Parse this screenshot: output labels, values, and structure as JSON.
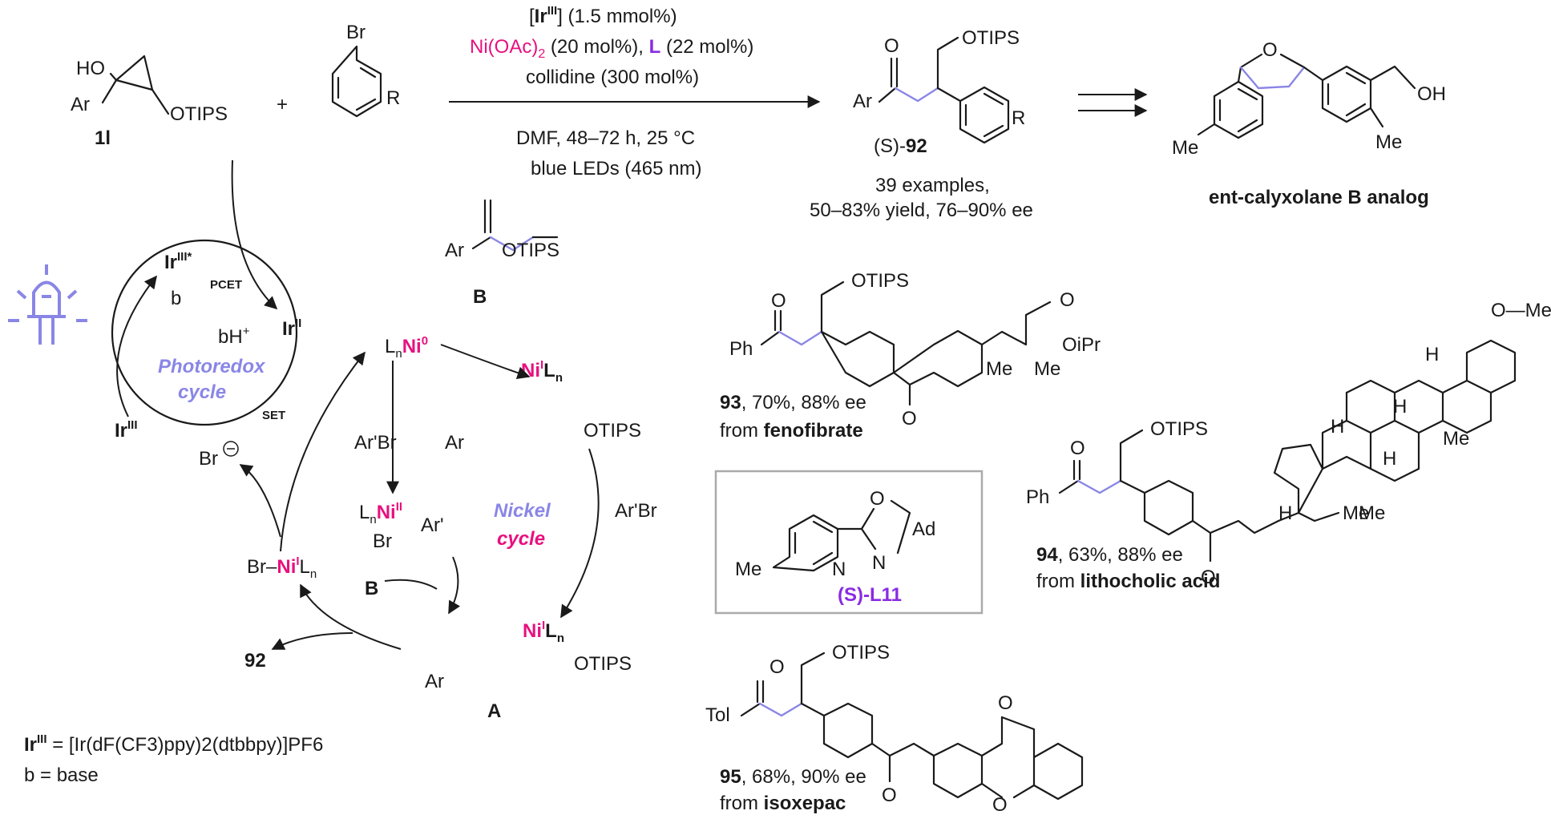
{
  "conditions": {
    "catalyst_ir": "Ir",
    "catalyst_ir_sup": "III",
    "catalyst_ir_amount": "(1.5 mmol%)",
    "nickel": "Ni(OAc)",
    "nickel_sub": "2",
    "nickel_amount": "(20 mol%),",
    "ligand": "L",
    "ligand_amount": "(22 mol%)",
    "base": "collidine (300 mol%)",
    "solvent": "DMF, 48–72 h, 25 °C",
    "light": "blue LEDs (465 nm)"
  },
  "reactants": {
    "substrate_label": "1l",
    "ho": "HO",
    "ar": "Ar",
    "otips": "OTIPS",
    "plus": "+",
    "br": "Br",
    "r": "R"
  },
  "product": {
    "ar": "Ar",
    "o": "O",
    "otips": "OTIPS",
    "label_prefix": "(S)-",
    "label": "92",
    "r": "R",
    "examples": "39 examples,",
    "yield": "50–83% yield, 76–90% ee"
  },
  "analog": {
    "label": "ent-calyxolane B analog",
    "me1": "Me",
    "me2": "Me",
    "oh": "OH",
    "o": "O"
  },
  "photoredox": {
    "title1": "Photoredox",
    "title2": "cycle",
    "ir_excited": "Ir",
    "ir_excited_sup": "III*",
    "ir2": "Ir",
    "ir2_sup": "II",
    "ir3": "Ir",
    "ir3_sup": "III",
    "b": "b",
    "bh": "bH",
    "bh_sup": "+",
    "pcet": "PCET",
    "set": "SET",
    "definition_ir": "Ir",
    "definition_ir_sup": "III",
    "definition": "= [Ir(dF(CF3)ppy)2(dtbbpy)]PF6",
    "definition_b": "b = base"
  },
  "nickel_cycle": {
    "title1": "Nickel",
    "title2": "cycle",
    "ni0": "LnNi0",
    "radical_B": "B",
    "ar": "Ar",
    "otips": "OTIPS",
    "nil": "NiILn",
    "arbr1": "Ar'Br",
    "arbr2": "Ar'Br",
    "ni2_ln": "Ln",
    "ni2": "Ni",
    "ni2_sup": "II",
    "ni2_br": "Br",
    "ni2_ar": "Ar'",
    "br_minus": "Br",
    "brnil": "Br–NiILn",
    "b_label": "B",
    "A_label": "A",
    "product": "92"
  },
  "ligand_box": {
    "me": "Me",
    "n": "N",
    "o": "O",
    "ad": "Ad",
    "label": "(S)-L11"
  },
  "examples": [
    {
      "num": "93",
      "text": ", 70%, 88% ee",
      "from": "from",
      "source": "fenofibrate",
      "ph": "Ph",
      "otips": "OTIPS",
      "oipr": "OiPr",
      "me1": "Me",
      "me2": "Me"
    },
    {
      "num": "94",
      "text": ", 63%, 88% ee",
      "from": "from",
      "source": "lithocholic acid",
      "ph": "Ph",
      "otips": "OTIPS",
      "ome": "O—Me",
      "me1": "Me",
      "me2": "Me",
      "me3": "Me",
      "h": "H"
    },
    {
      "num": "95",
      "text": ", 68%, 90% ee",
      "from": "from",
      "source": "isoxepac",
      "tol": "Tol",
      "otips": "OTIPS"
    }
  ],
  "colors": {
    "nickel": "#e8107f",
    "ligand": "#8a2be2",
    "cycle": "#8a86e6"
  }
}
